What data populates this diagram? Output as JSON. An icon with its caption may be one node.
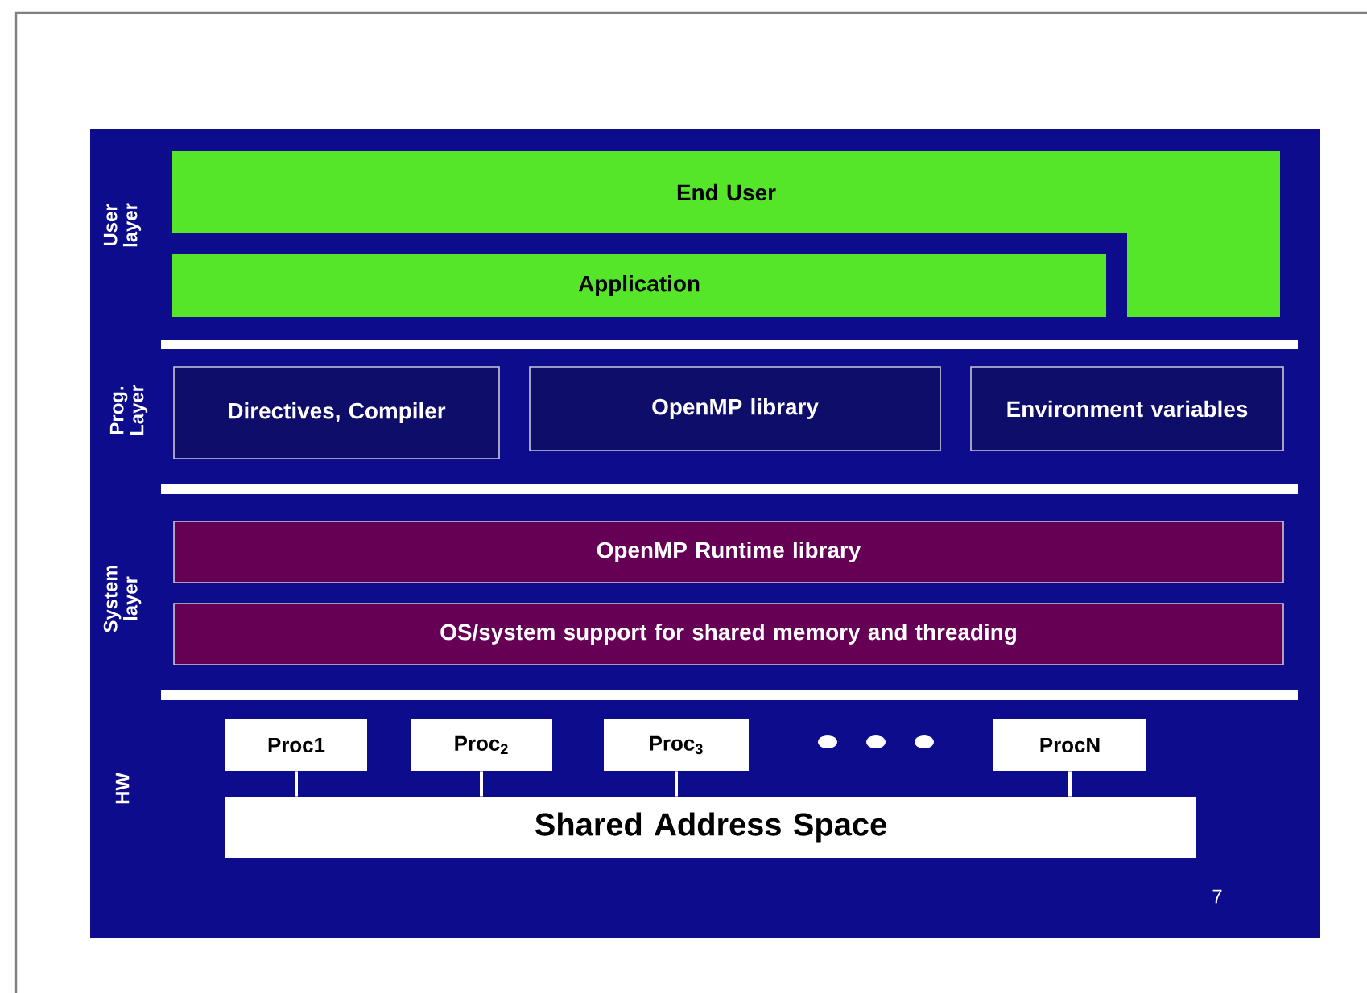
{
  "diagram": {
    "nodes": [
      {
        "text": [
          "End User"
        ]
      },
      {
        "text": [
          "Application"
        ]
      },
      {
        "text": [
          "Directives, Compiler"
        ]
      },
      {
        "text": [
          "OpenMP library"
        ]
      },
      {
        "text": [
          "Environment variables"
        ]
      },
      {
        "text": [
          "OpenMP Runtime library"
        ]
      },
      {
        "text": [
          "OS/system support for shared memory and threading"
        ]
      },
      {
        "text": [
          "Proc1"
        ]
      },
      {
        "text": [
          "Proc$_{2}$"
        ]
      },
      {
        "text": [
          "Proc$_{3}$"
        ]
      },
      {
        "text": [
          "ProcN"
        ]
      },
      {
        "text": [
          "Shared Address Space"
        ]
      }
    ],
    "edges": [
      {
        "from": 7,
        "to": 11,
        "arrow": "none"
      },
      {
        "from": 8,
        "to": 11,
        "arrow": "none"
      },
      {
        "from": 9,
        "to": 11,
        "arrow": "none"
      },
      {
        "from": 10,
        "to": 11,
        "arrow": "none"
      }
    ],
    "labels": [
      "User layer",
      "Prog. Layer",
      "System layer",
      "HW",
      "7"
    ]
  }
}
